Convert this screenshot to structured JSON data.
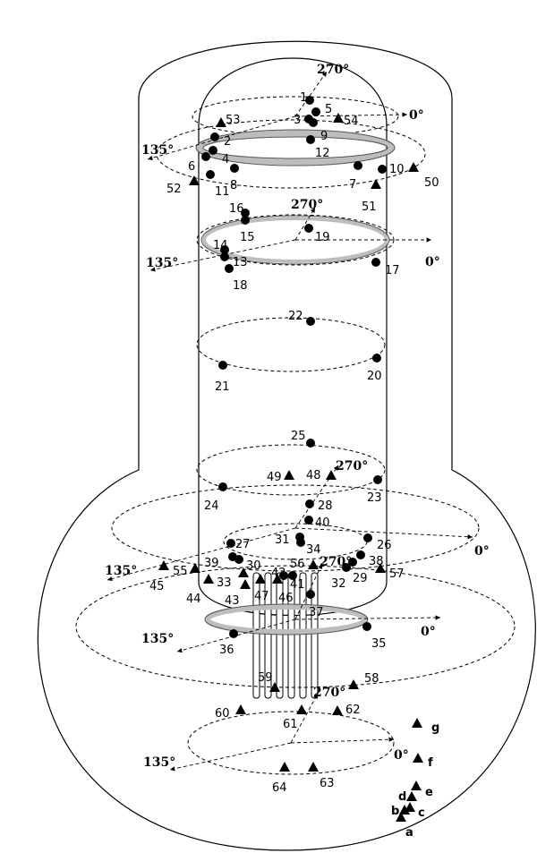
{
  "points": [
    {
      "label": "1",
      "shape": "circle"
    },
    {
      "label": "2",
      "shape": "circle"
    },
    {
      "label": "3",
      "shape": "circle"
    },
    {
      "label": "4",
      "shape": "circle"
    },
    {
      "label": "5",
      "shape": "circle"
    },
    {
      "label": "6",
      "shape": "circle"
    },
    {
      "label": "7",
      "shape": "circle"
    },
    {
      "label": "8",
      "shape": "circle"
    },
    {
      "label": "9",
      "shape": "circle"
    },
    {
      "label": "10",
      "shape": "circle"
    },
    {
      "label": "11",
      "shape": "circle"
    },
    {
      "label": "12",
      "shape": "circle"
    },
    {
      "label": "13",
      "shape": "circle"
    },
    {
      "label": "14",
      "shape": "circle"
    },
    {
      "label": "15",
      "shape": "circle"
    },
    {
      "label": "16",
      "shape": "circle"
    },
    {
      "label": "17",
      "shape": "circle"
    },
    {
      "label": "18",
      "shape": "circle"
    },
    {
      "label": "19",
      "shape": "circle"
    },
    {
      "label": "20",
      "shape": "circle"
    },
    {
      "label": "21",
      "shape": "circle"
    },
    {
      "label": "22",
      "shape": "circle"
    },
    {
      "label": "23",
      "shape": "circle"
    },
    {
      "label": "24",
      "shape": "circle"
    },
    {
      "label": "25",
      "shape": "circle"
    },
    {
      "label": "26",
      "shape": "circle"
    },
    {
      "label": "27",
      "shape": "circle"
    },
    {
      "label": "28",
      "shape": "circle"
    },
    {
      "label": "29",
      "shape": "circle"
    },
    {
      "label": "30",
      "shape": "circle"
    },
    {
      "label": "31",
      "shape": "circle"
    },
    {
      "label": "32",
      "shape": "circle"
    },
    {
      "label": "33",
      "shape": "triangle"
    },
    {
      "label": "34",
      "shape": "circle"
    },
    {
      "label": "35",
      "shape": "circle"
    },
    {
      "label": "36",
      "shape": "circle"
    },
    {
      "label": "37",
      "shape": "circle"
    },
    {
      "label": "38",
      "shape": "circle"
    },
    {
      "label": "39",
      "shape": "circle"
    },
    {
      "label": "40",
      "shape": "circle"
    },
    {
      "label": "41",
      "shape": "circle"
    },
    {
      "label": "42",
      "shape": "circle"
    },
    {
      "label": "43",
      "shape": "triangle"
    },
    {
      "label": "44",
      "shape": "triangle"
    },
    {
      "label": "45",
      "shape": "triangle"
    },
    {
      "label": "46",
      "shape": "triangle"
    },
    {
      "label": "47",
      "shape": "triangle"
    },
    {
      "label": "48",
      "shape": "triangle"
    },
    {
      "label": "49",
      "shape": "triangle"
    },
    {
      "label": "50",
      "shape": "triangle"
    },
    {
      "label": "51",
      "shape": "triangle"
    },
    {
      "label": "52",
      "shape": "triangle"
    },
    {
      "label": "53",
      "shape": "triangle"
    },
    {
      "label": "54",
      "shape": "triangle"
    },
    {
      "label": "55",
      "shape": "triangle"
    },
    {
      "label": "56",
      "shape": "triangle"
    },
    {
      "label": "57",
      "shape": "triangle"
    },
    {
      "label": "58",
      "shape": "triangle"
    },
    {
      "label": "59",
      "shape": "triangle"
    },
    {
      "label": "60",
      "shape": "triangle"
    },
    {
      "label": "61",
      "shape": "triangle"
    },
    {
      "label": "62",
      "shape": "triangle"
    },
    {
      "label": "63",
      "shape": "triangle"
    },
    {
      "label": "64",
      "shape": "triangle"
    },
    {
      "label": "a",
      "shape": "triangle"
    },
    {
      "label": "b",
      "shape": "triangle"
    },
    {
      "label": "c",
      "shape": "triangle"
    },
    {
      "label": "d",
      "shape": "triangle"
    },
    {
      "label": "e",
      "shape": "triangle"
    },
    {
      "label": "f",
      "shape": "triangle"
    },
    {
      "label": "g",
      "shape": "triangle"
    }
  ],
  "angle_labels": {
    "deg0": "0°",
    "deg135": "135°",
    "deg270": "270°"
  },
  "colors": {
    "ring_fill": "#bdbdbd",
    "marker": "#000000",
    "line": "#000000"
  }
}
